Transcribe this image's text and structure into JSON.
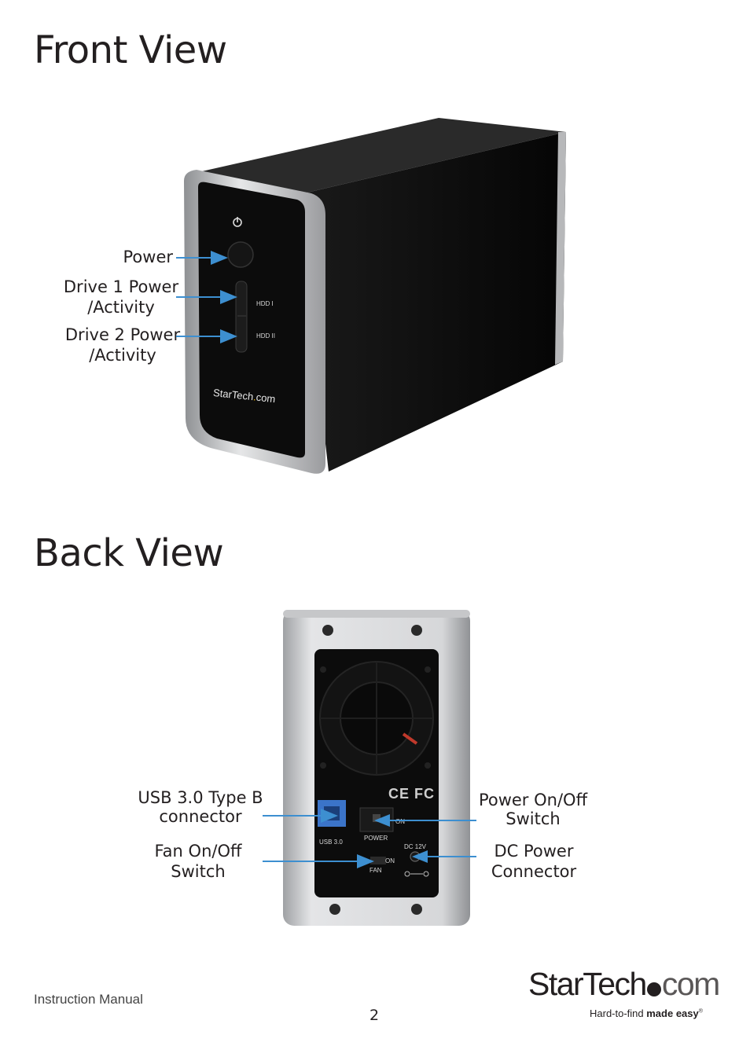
{
  "front": {
    "title": "Front View",
    "labels": {
      "power": "Power",
      "drive1_line1": "Drive 1 Power",
      "drive1_line2": "/Activity",
      "drive2_line1": "Drive 2 Power",
      "drive2_line2": "/Activity"
    },
    "device": {
      "hdd1": "HDD I",
      "hdd2": "HDD II",
      "brand_main": "StarTech",
      "brand_suffix": "com"
    }
  },
  "back": {
    "title": "Back View",
    "labels": {
      "usb_line1": "USB 3.0 Type B",
      "usb_line2": "connector",
      "fan_line1": "Fan On/Off",
      "fan_line2": "Switch",
      "power_line1": "Power On/Off",
      "power_line2": "Switch",
      "dc_line1": "DC Power",
      "dc_line2": "Connector"
    },
    "device": {
      "cert": "CE FC",
      "usb": "USB 3.0",
      "power": "POWER",
      "on1": "ON",
      "on2": "ON",
      "fan": "FAN",
      "dc": "DC 12V"
    }
  },
  "footer": {
    "manual": "Instruction Manual",
    "page_number": "2",
    "logo_main": "StarTech",
    "logo_suffix": "com",
    "tagline_plain": "Hard-to-find ",
    "tagline_bold": "made easy",
    "registered": "®"
  },
  "colors": {
    "arrow": "#3d8fd0",
    "device_body": "#0d0d0d",
    "device_trim": "#c8c9cb",
    "accent": "#f2b705"
  }
}
